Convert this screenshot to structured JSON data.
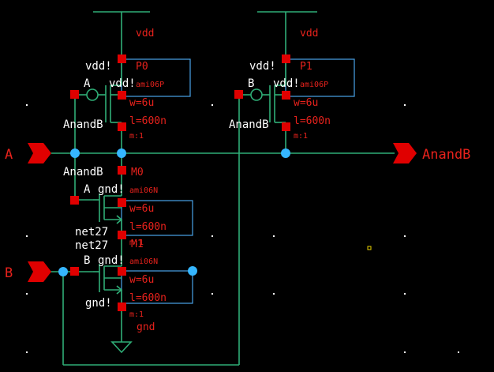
{
  "colors": {
    "background": "#000000",
    "wire": "#2fae77",
    "instance_outline": "#4aa3e8",
    "pin_red": "#e00000",
    "connection_dot": "#35b6ff",
    "text_white": "#ffffff",
    "text_red": "#e8221c"
  },
  "pins": {
    "input_a": "A",
    "input_b": "B",
    "output": "AnandB"
  },
  "supplies": {
    "vdd_left": "vdd",
    "vdd_right": "vdd",
    "gnd": "gnd"
  },
  "pmos_left": {
    "name": "P0",
    "model": "ami06P",
    "width": "w=6u",
    "length": "l=600n",
    "mult": "m:1",
    "terminals": {
      "source": "vdd!",
      "bulk": "vdd!",
      "gate": "A",
      "drain": "AnandB"
    }
  },
  "pmos_right": {
    "name": "P1",
    "model": "ami06P",
    "width": "w=6u",
    "length": "l=600n",
    "mult": "m:1",
    "terminals": {
      "source": "vdd!",
      "bulk": "vdd!",
      "gate": "B",
      "drain": "AnandB"
    }
  },
  "nmos_top": {
    "name": "M0",
    "model": "ami06N",
    "width": "w=6u",
    "length": "l=600n",
    "mult": "m:1",
    "terminals": {
      "drain": "AnandB",
      "gate": "A",
      "bulk": "gnd!",
      "source": "net27"
    }
  },
  "nmos_bottom": {
    "name": "M1",
    "model": "ami06N",
    "width": "w=6u",
    "length": "l=600n",
    "mult": "m:1",
    "terminals": {
      "drain": "net27",
      "gate": "B",
      "bulk": "gnd!",
      "source": "gnd!"
    }
  }
}
